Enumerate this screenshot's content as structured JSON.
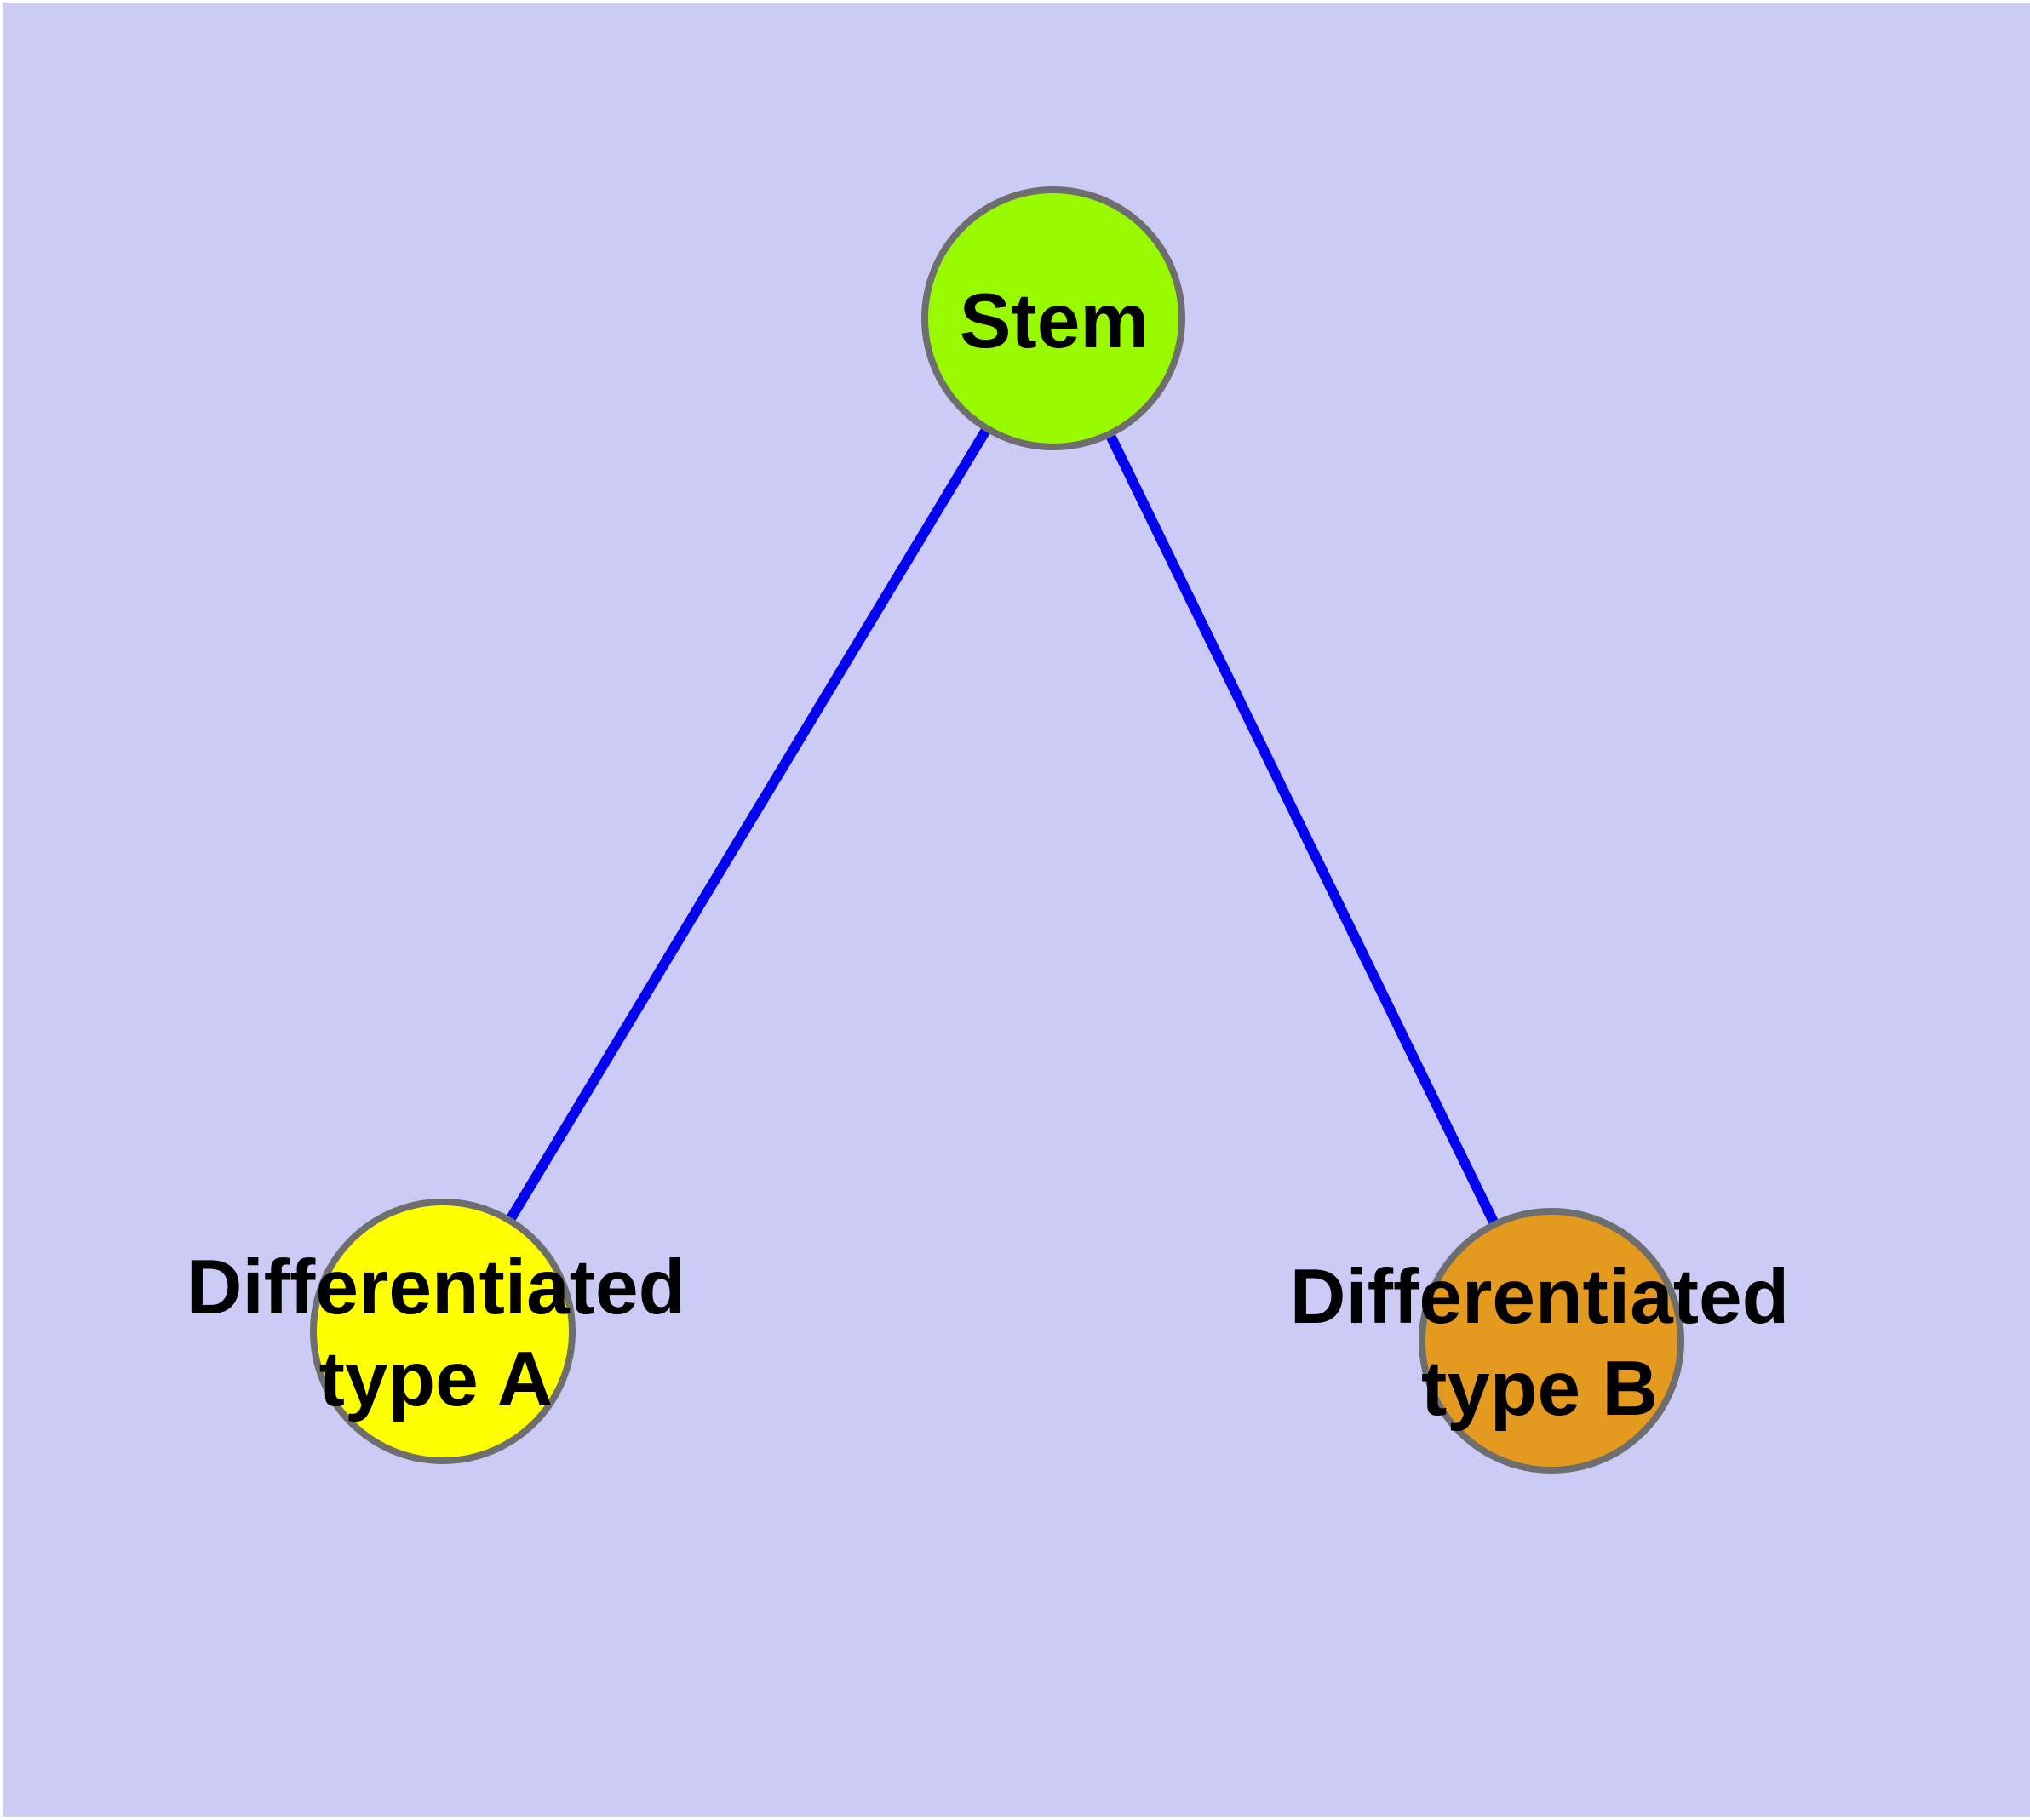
{
  "diagram": {
    "title": "",
    "background_color": "#cbcbf5",
    "frame_color": "#ffffff",
    "edge_color": "#0303f0",
    "node_border_color": "#6e6e6e",
    "text_color": "#000000",
    "nodes": {
      "stem": {
        "label": "Stem",
        "fill_color": "#99fa00"
      },
      "type_a": {
        "label": "Differentiated type A",
        "label_line1": "Differentiated",
        "label_line2": "type A",
        "fill_color": "#ffff00"
      },
      "type_b": {
        "label": "Differentiated type B",
        "label_line1": "Differentiated",
        "label_line2": "type B",
        "fill_color": "#e39a1f"
      }
    },
    "edges": [
      {
        "from": "Stem",
        "to": "Differentiated type A"
      },
      {
        "from": "Stem",
        "to": "Differentiated type B"
      }
    ]
  }
}
